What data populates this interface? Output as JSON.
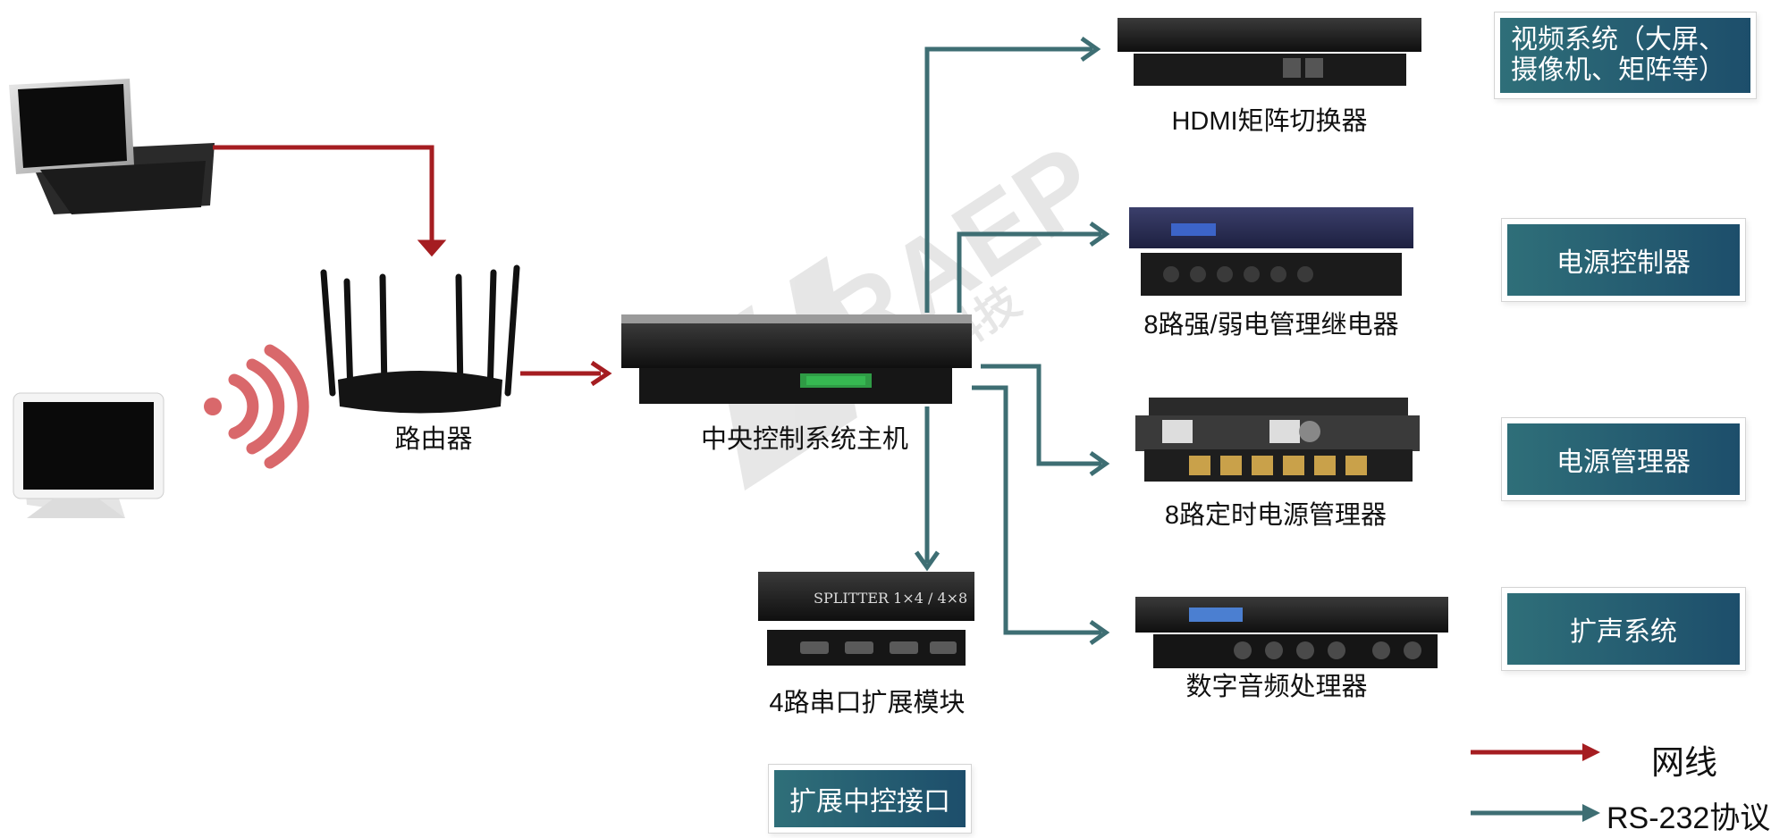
{
  "devices": {
    "hdmi_matrix": "HDMI矩阵切换器",
    "relay": "8路强/弱电管理继电器",
    "power_seq": "8路定时电源管理器",
    "audio_dsp": "数字音频处理器",
    "router": "路由器",
    "central_host": "中央控制系统主机",
    "serial_ext": "4路串口扩展模块"
  },
  "systems": {
    "video_line1": "视频系统（大屏、",
    "video_line2": "摄像机、矩阵等）",
    "power_ctrl": "电源控制器",
    "power_mgr": "电源管理器",
    "pa": "扩声系统",
    "ext_interface": "扩展中控接口"
  },
  "legend": {
    "network": "网线",
    "rs232": "RS-232协议"
  },
  "colors": {
    "network_line": "#a51d21",
    "rs232_line": "#3e6e73",
    "box_fill": "#25597a"
  },
  "device_panel_text": {
    "splitter": "SPLITTER 1×4 / 4×8"
  }
}
